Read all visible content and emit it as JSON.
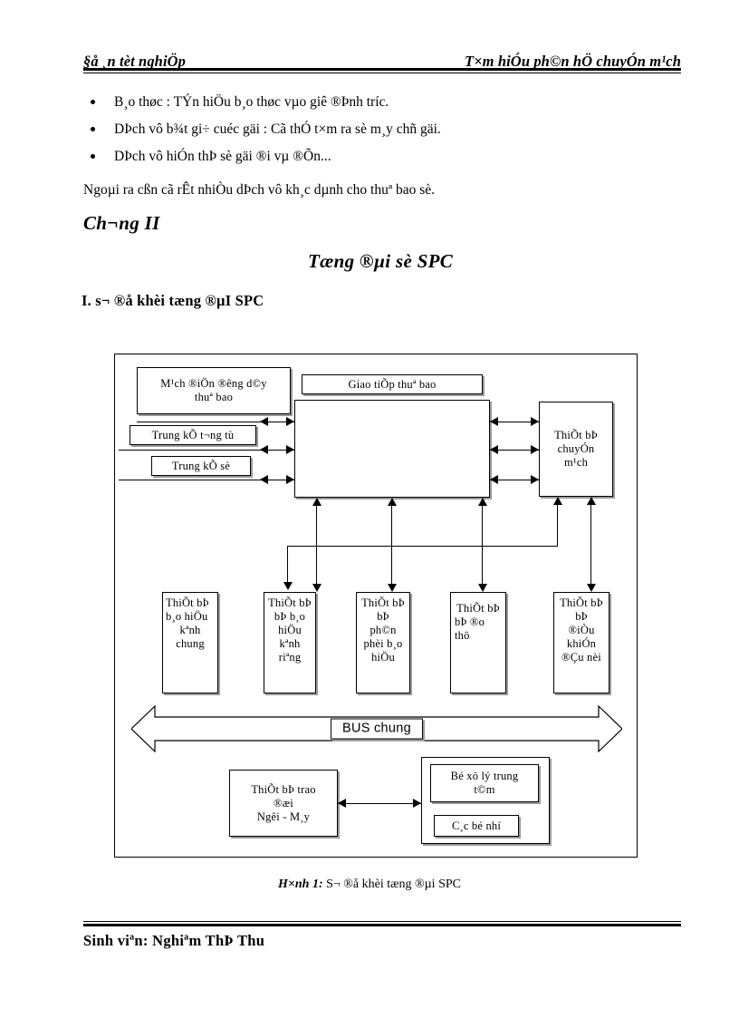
{
  "header": {
    "left": "§å ¸n tèt nghiÖp",
    "right": "T×m hiÓu ph©n hÖ chuyÓn m¹ch"
  },
  "body": {
    "bullets": [
      "B¸o thøc : TÝn hiÖu b¸o thøc vµo giê ®Þnh tr­íc.",
      "DÞch vô b¾t gi÷ cuéc gäi : Cã thÓ t×m ra sè m¸y  chñ gäi.",
      "DÞch vô hiÓn thÞ sè gäi ®i vµ  ®Õn..."
    ],
    "paragraph": "Ngoµi ra cßn cã rÊt nhiÒu  dÞch vô kh¸c  dµnh  cho thuª bao sè."
  },
  "headings": {
    "chapter": "Ch­¬ng II",
    "chapter_subtitle": "Tæng ®µi sè SPC",
    "section": "I. s¬ ®å khèi tæng ®µI SPC"
  },
  "figure": {
    "boxes": {
      "subscriber_line_circuit": "M¹ch ®iÖn ®­êng  d©y thuª bao",
      "analog_trunk": "Trung kÕ t­¬ng  tù",
      "digital_trunk": "Trung kÕ sè",
      "subscriber_interface": "Giao tiÕp thuª bao",
      "switching_equipment": "ThiÕt bÞ chuyÓn m¹ch",
      "common_channel_signaling": "ThiÕt bÞ b¸o hiÖu kªnh chung",
      "separate_channel_signaling": "ThiÕt bÞ b¸o hiÖu kªnh riªng",
      "signal_distribution": "ThiÕt bÞ ph©n phèi b¸o hiÖu",
      "test_equipment": "ThiÕt bÞ ®o thö",
      "internal_control": "ThiÕt bÞ ®iÒu khiÓn ®Çu nèi",
      "bus": "BUS chung",
      "exchange_terminal": "ThiÕt bÞ trao ®æi Ng­êi  - M¸y",
      "central_processor": "Bé xö lý trung t©m",
      "memories": "C¸c bé nhí"
    },
    "box_lines": {
      "subscriber_line_circuit": [
        "M¹ch ®iÖn ®­êng  d©y",
        "thuª bao"
      ],
      "switching_equipment": [
        "ThiÕt bÞ",
        "chuyÓn",
        "m¹ch"
      ],
      "common_channel_signaling": [
        "ThiÕt bÞ",
        "b¸o hiÖu",
        "kªnh",
        "chung"
      ],
      "separate_channel_signaling": [
        "ThiÕt bÞ",
        "bÞ b¸o",
        "hiÖu",
        "kªnh",
        "riªng"
      ],
      "signal_distribution": [
        "ThiÕt bÞ",
        "bÞ",
        "ph©n",
        "phèi b¸o",
        "hiÖu"
      ],
      "test_equipment": [
        "ThiÕt bÞ",
        "bÞ ®o",
        "thö"
      ],
      "internal_control": [
        "ThiÕt bÞ",
        "bÞ",
        "®iÒu",
        "khiÓn",
        "®Çu nèi"
      ],
      "exchange_terminal": [
        "ThiÕt bÞ trao",
        "®æi",
        "Ng­êi  - M¸y"
      ],
      "central_processor": [
        "Bé xö lý trung",
        "t©m"
      ]
    }
  },
  "caption": {
    "label": "H×nh  1:",
    "text": " S¬ ®å khèi tæng ®µi SPC"
  },
  "footer": {
    "text": "Sinh  viªn: Nghiªm  ThÞ Thu"
  }
}
